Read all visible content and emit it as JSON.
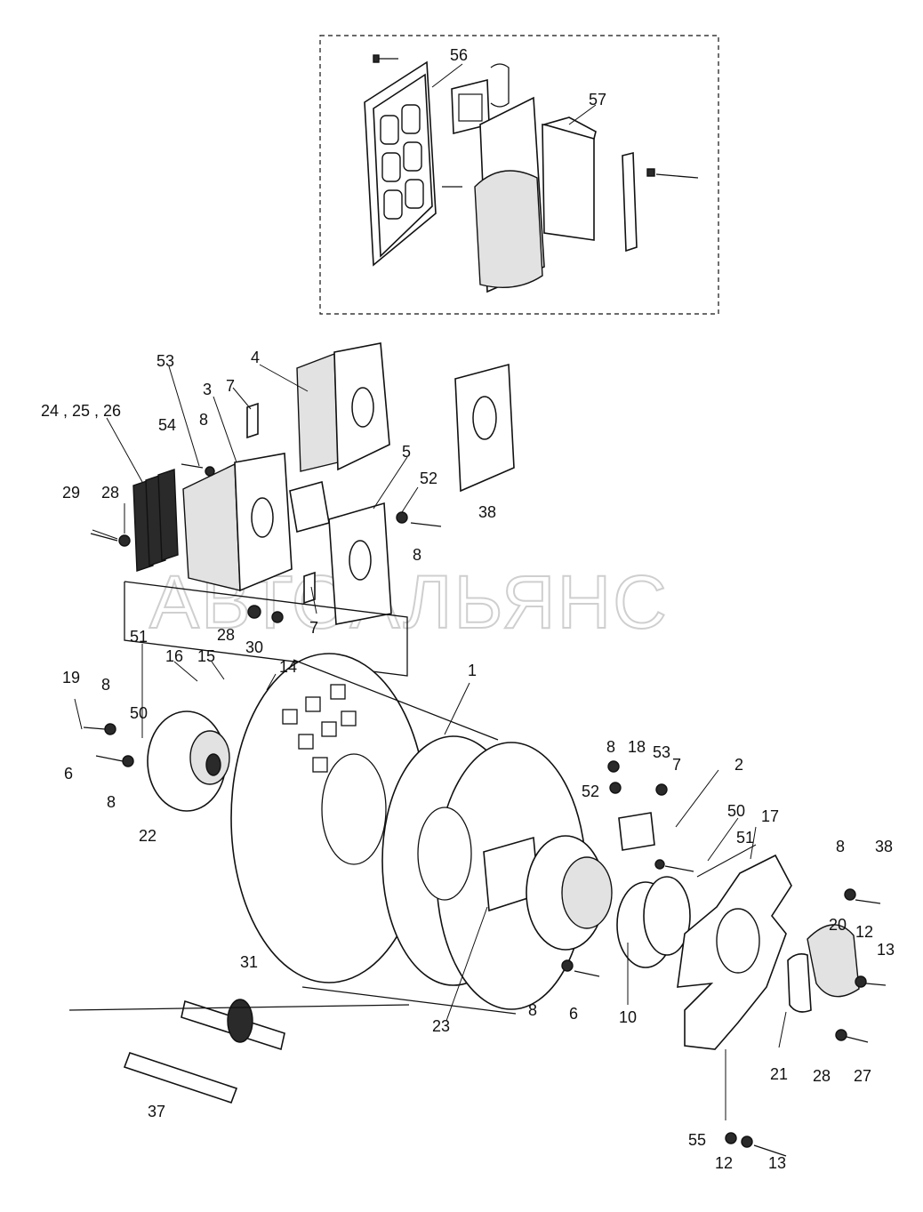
{
  "watermark": "АВТОАЛЬЯНС",
  "callouts": {
    "c56": "56",
    "c57": "57",
    "c53a": "53",
    "c4": "4",
    "c3": "3",
    "c7a": "7",
    "c242526": "24 , 25 , 26",
    "c54": "54",
    "c8a": "8",
    "c5": "5",
    "c52a": "52",
    "c38a": "38",
    "c29": "29",
    "c28a": "28",
    "c8b": "8",
    "c7b": "7",
    "c28b": "28",
    "c30": "30",
    "c51a": "51",
    "c16": "16",
    "c15": "15",
    "c14": "14",
    "c1": "1",
    "c19": "19",
    "c8c": "8",
    "c50a": "50",
    "c6a": "6",
    "c8d": "8",
    "c22": "22",
    "c8e": "8",
    "c18": "18",
    "c53b": "53",
    "c7c": "7",
    "c2": "2",
    "c52b": "52",
    "c50b": "50",
    "c17": "17",
    "c51b": "51",
    "c8f": "8",
    "c38b": "38",
    "c20": "20",
    "c12a": "12",
    "c13a": "13",
    "c31": "31",
    "c23": "23",
    "c8g": "8",
    "c6b": "6",
    "c10": "10",
    "c21": "21",
    "c28c": "28",
    "c27": "27",
    "c37": "37",
    "c55": "55",
    "c12b": "12",
    "c13b": "13"
  }
}
